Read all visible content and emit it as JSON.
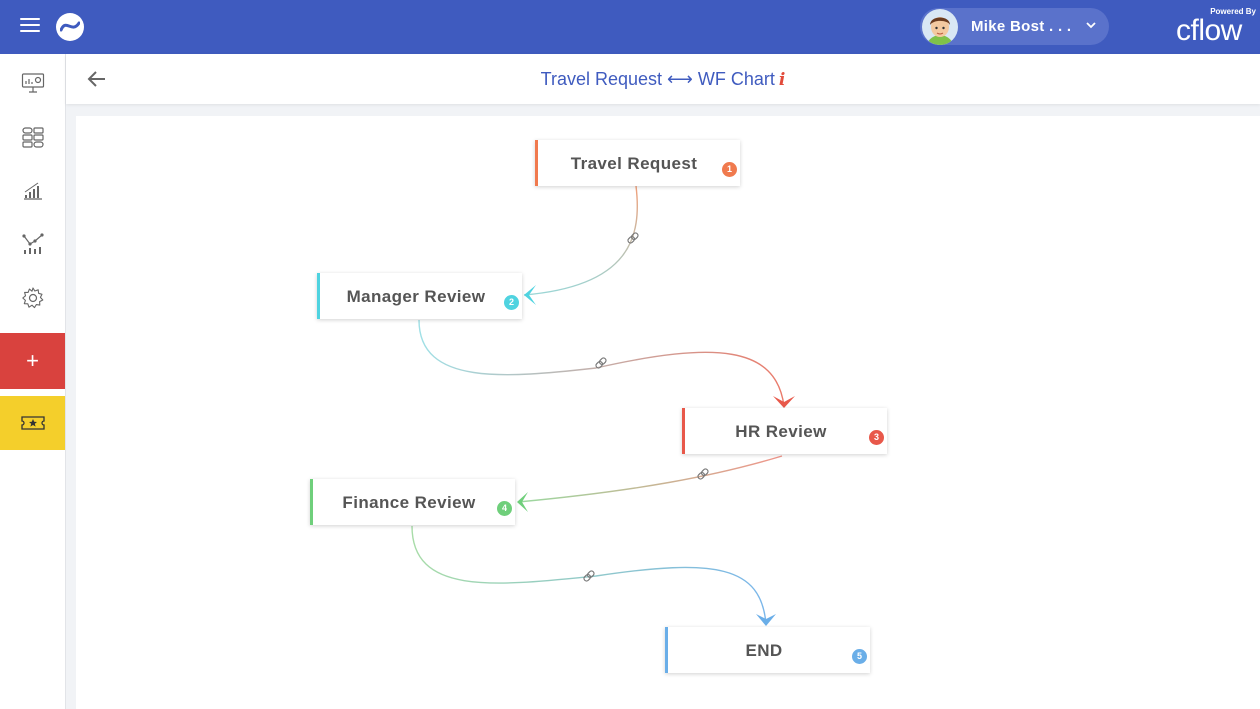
{
  "header": {
    "user_name": "Mike Bost . . .",
    "powered_by": "Powered By",
    "brand": "cflow"
  },
  "sidebar": {
    "items": [
      {
        "icon": "monitor-dashboard-icon"
      },
      {
        "icon": "workflow-icon"
      },
      {
        "icon": "bar-chart-icon"
      },
      {
        "icon": "line-chart-icon"
      },
      {
        "icon": "gear-icon"
      }
    ],
    "add_label": "+",
    "ticket_icon": "ticket-star-icon"
  },
  "page": {
    "title": "Travel Request ⟷ WF Chart",
    "info": "i"
  },
  "workflow": {
    "nodes": [
      {
        "label": "Travel Request",
        "number": "1",
        "color": "#f07a4e"
      },
      {
        "label": "Manager Review",
        "number": "2",
        "color": "#4fd3e0"
      },
      {
        "label": "HR Review",
        "number": "3",
        "color": "#e8584a"
      },
      {
        "label": "Finance Review",
        "number": "4",
        "color": "#6fcf7b"
      },
      {
        "label": "END",
        "number": "5",
        "color": "#6aaee8"
      }
    ]
  },
  "colors": {
    "topbar": "#3f5bbf",
    "add_button": "#d9423e",
    "ticket_button": "#f4cf2b"
  }
}
